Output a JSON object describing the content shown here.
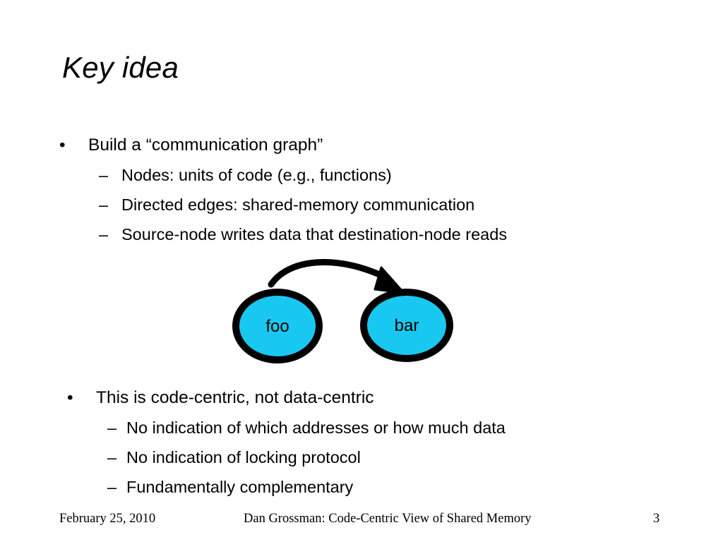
{
  "slide": {
    "title": "Key idea",
    "page_background": "#ffffff",
    "text_color": "#000000"
  },
  "content": {
    "group_1": {
      "bullet": {
        "marker": "•",
        "text": "Build a “communication graph”"
      },
      "sub_bullets": [
        {
          "marker": "–",
          "text": "Nodes: units of code (e.g., functions)"
        },
        {
          "marker": "–",
          "text": "Directed edges: shared-memory communication"
        },
        {
          "marker": "–",
          "text": "Source-node writes data that destination-node reads"
        }
      ]
    },
    "group_2": {
      "bullet": {
        "marker": "•",
        "text": "This is code-centric, not data-centric"
      },
      "sub_bullets": [
        {
          "marker": "–",
          "text": "No indication of which addresses or how much data"
        },
        {
          "marker": "–",
          "text": "No indication of locking protocol"
        },
        {
          "marker": "–",
          "text": "Fundamentally complementary"
        }
      ]
    }
  },
  "diagram": {
    "type": "communication-graph",
    "node_fill": "#19C8F0",
    "node_stroke": "#000000",
    "edge_color": "#000000",
    "nodes": [
      {
        "id": "foo",
        "label": "foo"
      },
      {
        "id": "bar",
        "label": "bar"
      }
    ],
    "edges": [
      {
        "from": "foo",
        "to": "bar",
        "directed": true
      }
    ]
  },
  "footer": {
    "date": "February 25, 2010",
    "center": "Dan Grossman: Code-Centric View of Shared Memory",
    "page_number": "3"
  }
}
